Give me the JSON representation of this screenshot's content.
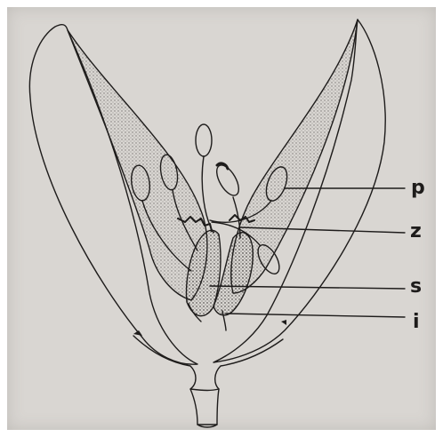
{
  "labels": {
    "p": "p",
    "z": "z",
    "s": "s",
    "i": "i"
  },
  "colors": {
    "ink": "#1e1c1b",
    "paper": "#d9d6d2",
    "stipple": "#2a2725"
  },
  "icons": [
    "flower-longitudinal-section"
  ]
}
